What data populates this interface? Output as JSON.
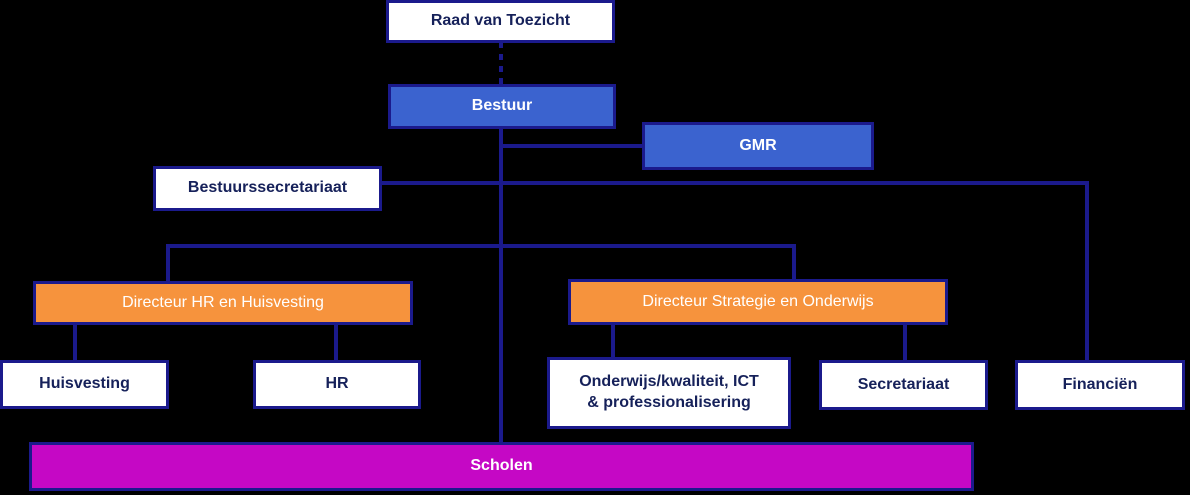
{
  "org_chart": {
    "nodes": {
      "raad": "Raad van Toezicht",
      "bestuur": "Bestuur",
      "gmr": "GMR",
      "secretariaat_bestuur": "Bestuurssecretariaat",
      "dir_hr": "Directeur HR en Huisvesting",
      "dir_strategie": "Directeur Strategie en Onderwijs",
      "huisvesting": "Huisvesting",
      "hr": "HR",
      "onderwijs": "Onderwijs/kwaliteit, ICT\n& professionalisering",
      "secretariaat": "Secretariaat",
      "financien": "Financiën",
      "scholen": "Scholen"
    },
    "colors": {
      "line": "#1b1a8c",
      "blue": "#3b63cf",
      "orange": "#f6933d",
      "purple": "#c508c5",
      "white": "#ffffff"
    }
  }
}
